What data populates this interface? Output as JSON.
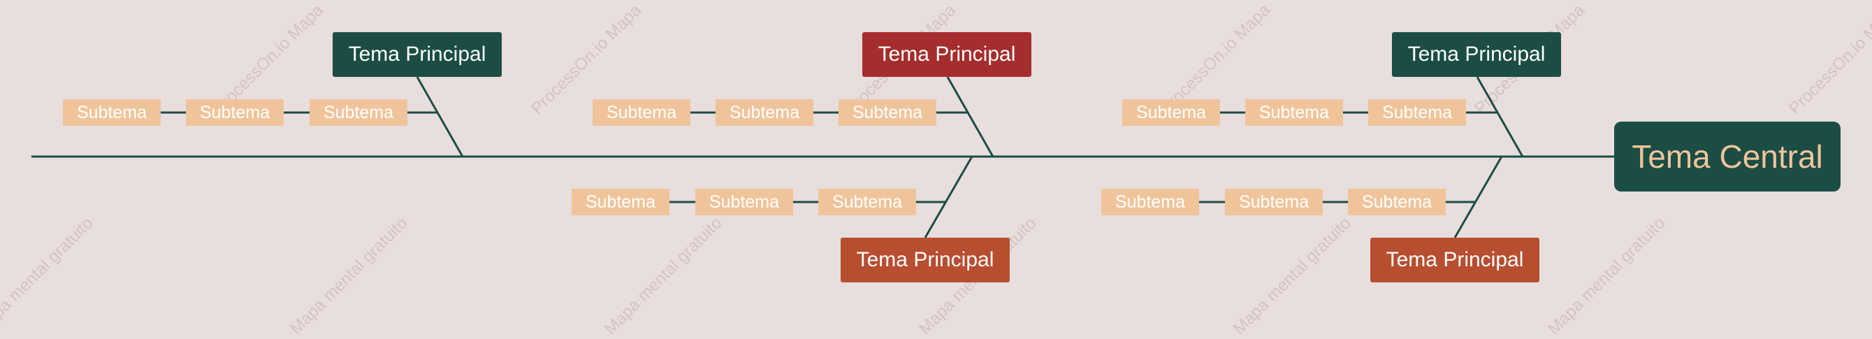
{
  "colors": {
    "background": "#e8dedd",
    "line": "#1b4d45",
    "dark_green": "#1b4d45",
    "red": "#a62d2d",
    "orange_red": "#b84e30",
    "subtopic": "#f0c49a",
    "central_text": "#f0c49a"
  },
  "watermark": {
    "top_text": "ProcessOn.io Mapa",
    "bottom_text": "Mapa mental gratuito"
  },
  "central_topic": {
    "label": "Tema Central"
  },
  "branches": [
    {
      "label": "Tema Principal",
      "color": "dark_green",
      "subtopics": [
        "Subtema",
        "Subtema",
        "Subtema"
      ]
    },
    {
      "label": "Tema Principal",
      "color": "red",
      "subtopics": [
        "Subtema",
        "Subtema",
        "Subtema"
      ]
    },
    {
      "label": "Tema Principal",
      "color": "dark_green",
      "subtopics": [
        "Subtema",
        "Subtema",
        "Subtema"
      ]
    },
    {
      "label": "Tema Principal",
      "color": "orange_red",
      "subtopics": [
        "Subtema",
        "Subtema",
        "Subtema"
      ]
    },
    {
      "label": "Tema Principal",
      "color": "orange_red",
      "subtopics": [
        "Subtema",
        "Subtema",
        "Subtema"
      ]
    }
  ]
}
